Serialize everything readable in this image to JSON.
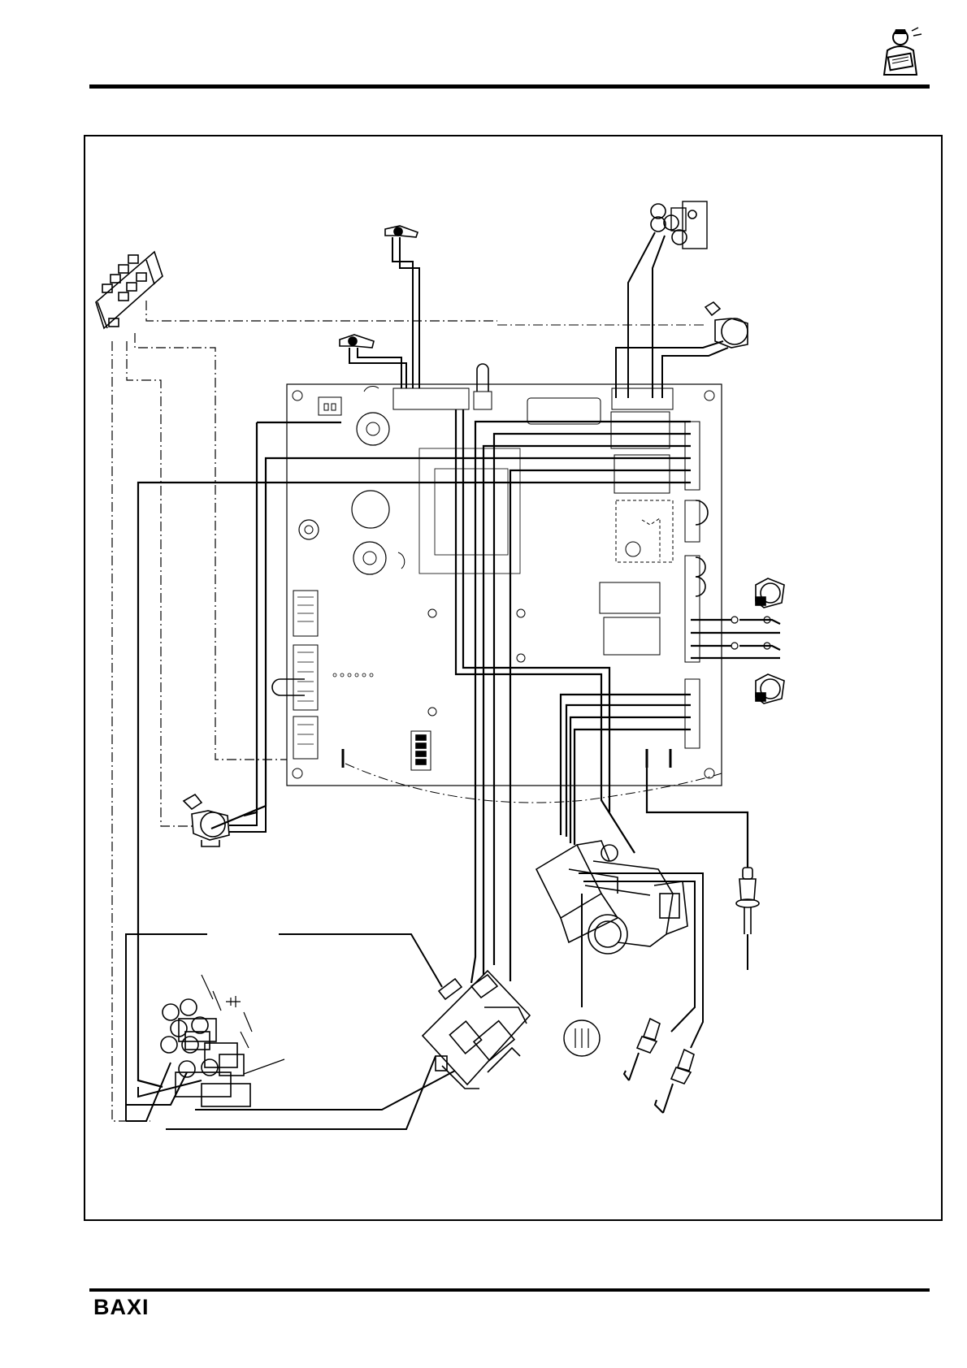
{
  "footer": {
    "brand": "BAXI"
  },
  "header": {
    "icon": "reading-man-icon"
  },
  "diagram": {
    "ground_symbol": "ground-symbol",
    "components": [
      "mains-terminal-block",
      "temperature-sensor",
      "temperature-sensor",
      "pump-motor",
      "fan-connector",
      "control-pcb",
      "diverter-valve-motor",
      "overheat-thermostat",
      "overheat-thermostat",
      "ignition-transformer",
      "gas-valve",
      "flame-sense-electrode",
      "ignition-electrode",
      "ignition-electrode",
      "terminal-strip"
    ]
  }
}
